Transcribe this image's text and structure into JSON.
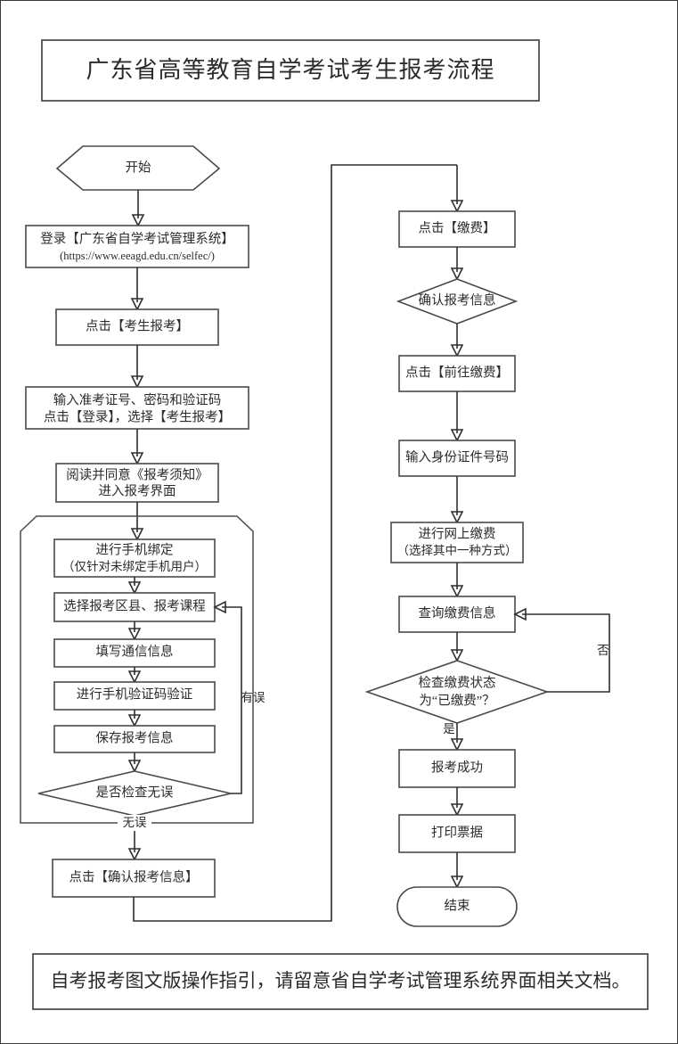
{
  "document": {
    "title": "广东省高等教育自学考试考生报考流程",
    "footer_note": "自考报考图文版操作指引，请留意省自学考试管理系统界面相关文档。"
  },
  "chart_data": {
    "type": "diagram",
    "title": "广东省高等教育自学考试考生报考流程",
    "orientation": "two-column top-to-bottom flowchart"
  },
  "nodes": {
    "start": {
      "label": "开始",
      "shape": "hexagon"
    },
    "login": {
      "line1": "登录【广东省自学考试管理系统】",
      "line2": "(https://www.eeagd.edu.cn/selfec/)",
      "shape": "process"
    },
    "click_exam_apply": {
      "label": "点击【考生报考】",
      "shape": "process"
    },
    "enter_credentials": {
      "line1": "输入准考证号、密码和验证码",
      "line2": "点击【登录】，选择【考生报考】",
      "shape": "process"
    },
    "read_notice": {
      "line1": "阅读并同意《报考须知》",
      "line2": "进入报考界面",
      "shape": "process"
    },
    "bind_phone": {
      "line1": "进行手机绑定",
      "line2": "（仅针对未绑定手机用户）",
      "shape": "process"
    },
    "select_district": {
      "label": "选择报考区县、报考课程",
      "shape": "process"
    },
    "fill_contact": {
      "label": "填写通信信息",
      "shape": "process"
    },
    "verify_sms": {
      "label": "进行手机验证码验证",
      "shape": "process"
    },
    "save_info": {
      "label": "保存报考信息",
      "shape": "process"
    },
    "check_correct": {
      "label": "是否检查无误",
      "shape": "decision"
    },
    "confirm_info_btn": {
      "label": "点击【确认报考信息】",
      "shape": "process"
    },
    "click_pay": {
      "label": "点击【缴费】",
      "shape": "process"
    },
    "confirm_apply_info": {
      "label": "确认报考信息",
      "shape": "decision"
    },
    "go_pay": {
      "label": "点击【前往缴费】",
      "shape": "process"
    },
    "enter_id": {
      "label": "输入身份证件号码",
      "shape": "process"
    },
    "online_pay": {
      "line1": "进行网上缴费",
      "line2": "（选择其中一种方式）",
      "shape": "process"
    },
    "query_pay": {
      "label": "查询缴费信息",
      "shape": "process"
    },
    "check_pay_status": {
      "line1": "检查缴费状态",
      "line2": "为“已缴费”？",
      "shape": "decision"
    },
    "apply_success": {
      "label": "报考成功",
      "shape": "process"
    },
    "print_receipt": {
      "label": "打印票据",
      "shape": "process"
    },
    "end": {
      "label": "结束",
      "shape": "terminator"
    }
  },
  "edge_labels": {
    "error": "有误",
    "no_error": "无误",
    "no": "否",
    "yes": "是"
  },
  "colors": {
    "shape_stroke": "#4a4a4a",
    "connector_stroke": "#2f2f2f",
    "text": "#2b2b2b",
    "background": "#ffffff"
  }
}
